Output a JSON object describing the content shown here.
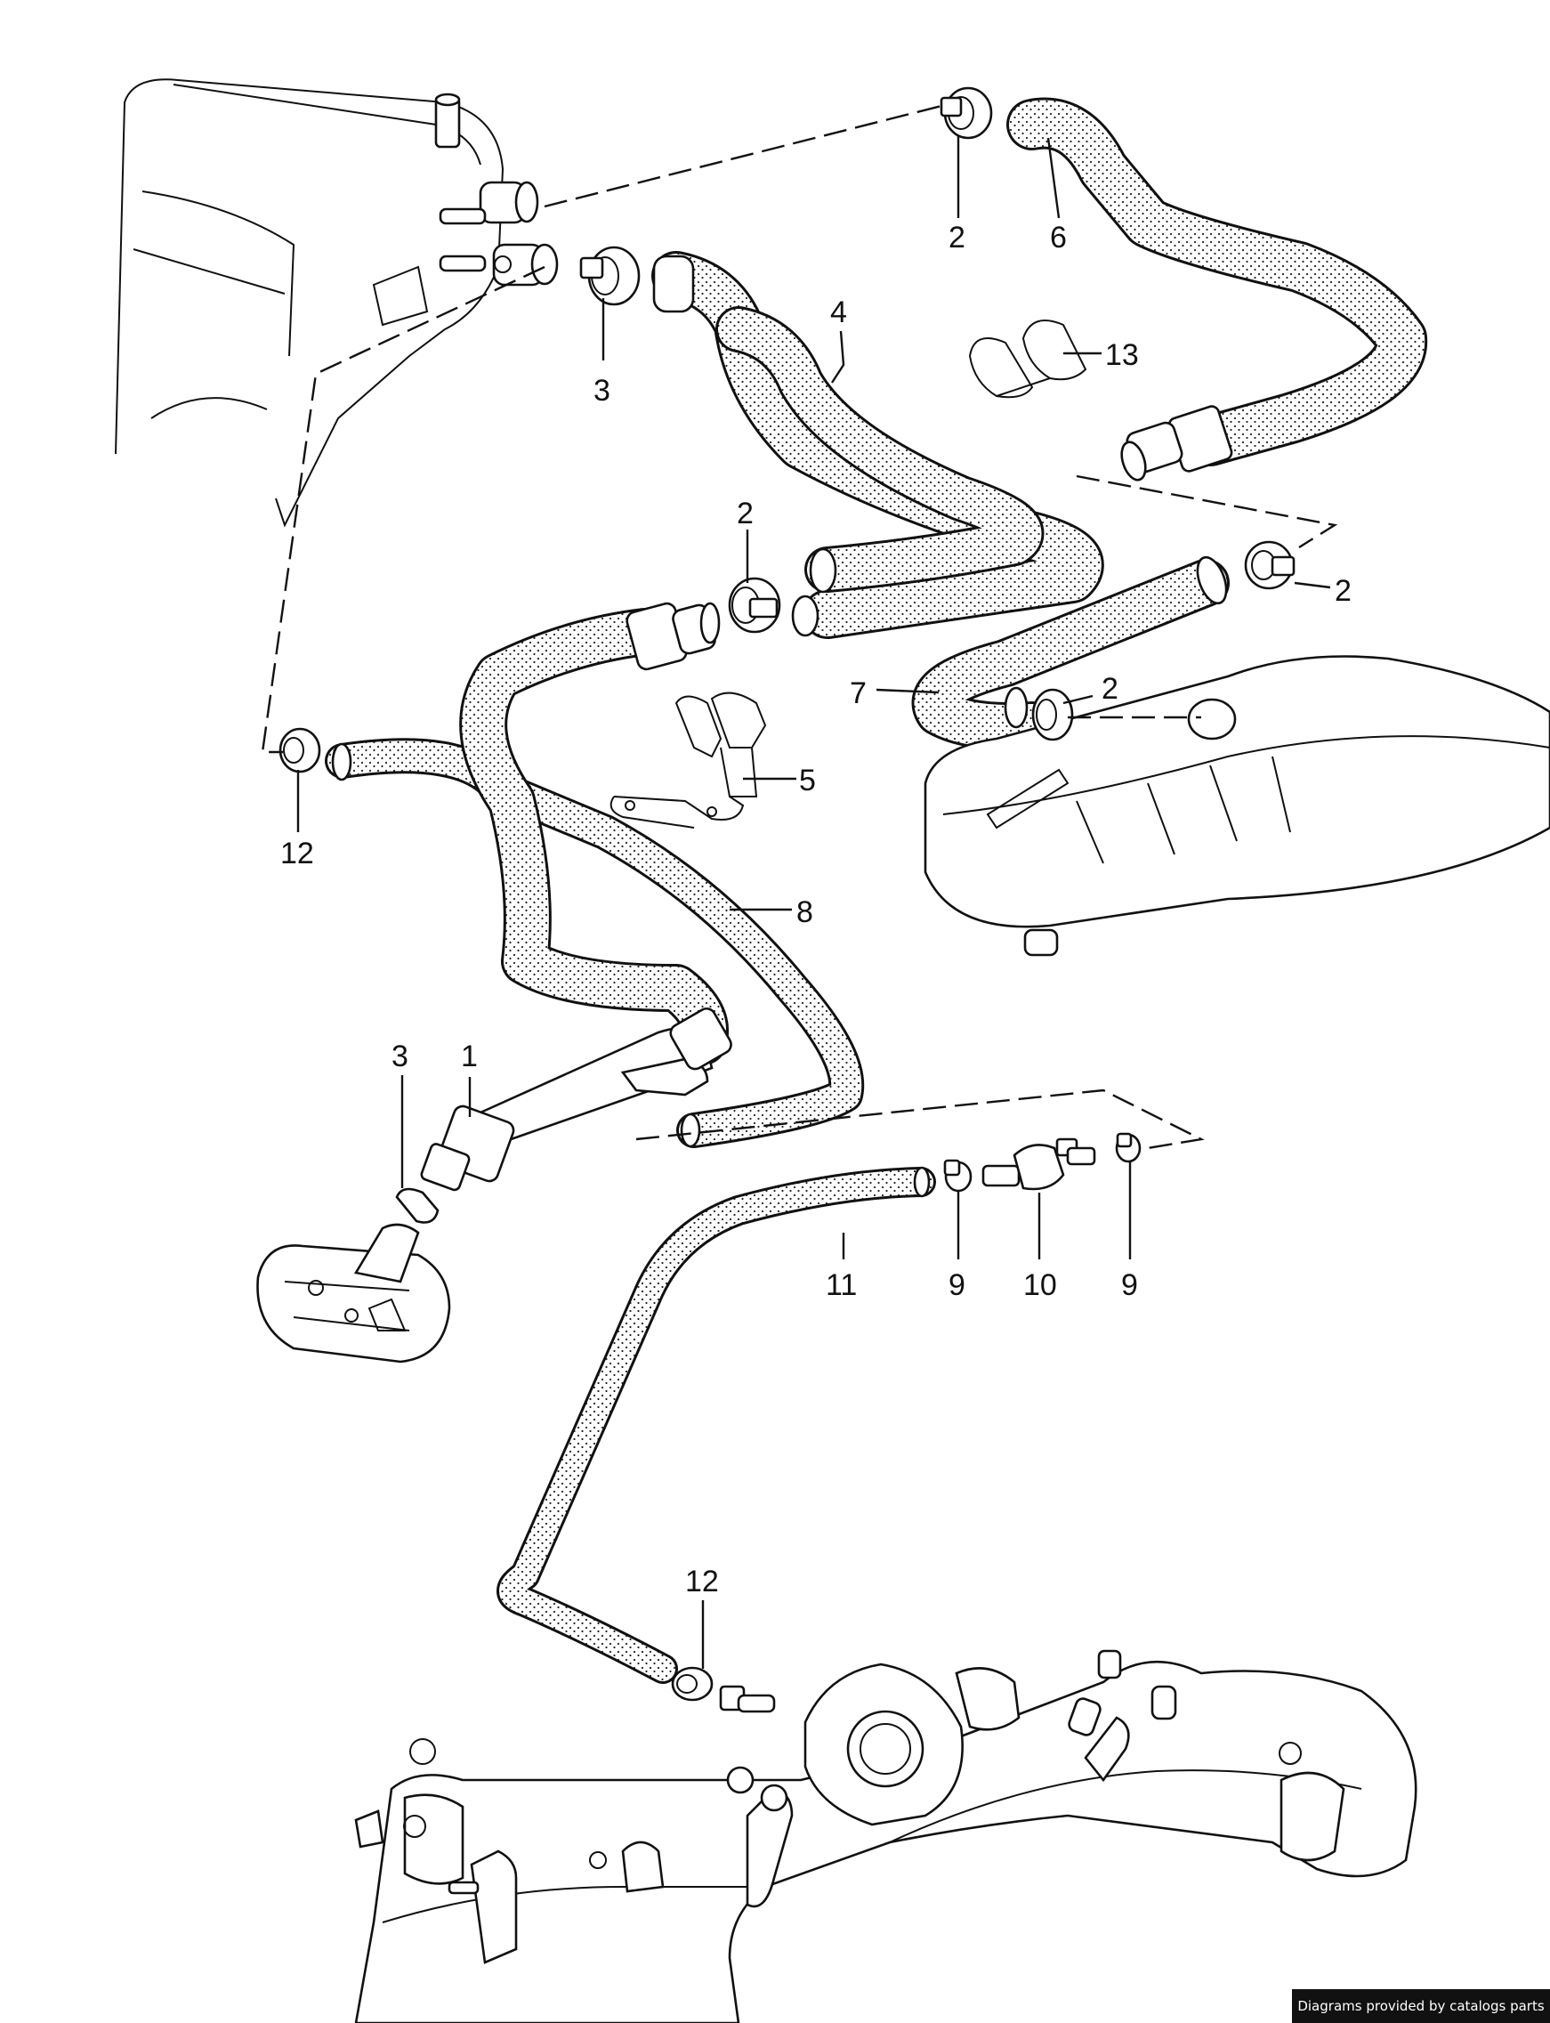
{
  "labels": [
    {
      "id": "2a",
      "text": "2"
    },
    {
      "id": "6",
      "text": "6"
    },
    {
      "id": "3a",
      "text": "3"
    },
    {
      "id": "4",
      "text": "4"
    },
    {
      "id": "13",
      "text": "13"
    },
    {
      "id": "2b",
      "text": "2"
    },
    {
      "id": "2c",
      "text": "2"
    },
    {
      "id": "7",
      "text": "7"
    },
    {
      "id": "2d",
      "text": "2"
    },
    {
      "id": "5",
      "text": "5"
    },
    {
      "id": "12a",
      "text": "12"
    },
    {
      "id": "8",
      "text": "8"
    },
    {
      "id": "3b",
      "text": "3"
    },
    {
      "id": "1",
      "text": "1"
    },
    {
      "id": "11",
      "text": "11"
    },
    {
      "id": "9a",
      "text": "9"
    },
    {
      "id": "10",
      "text": "10"
    },
    {
      "id": "9b",
      "text": "9"
    },
    {
      "id": "12b",
      "text": "12"
    }
  ],
  "credit": "Diagrams provided by catalogs parts"
}
